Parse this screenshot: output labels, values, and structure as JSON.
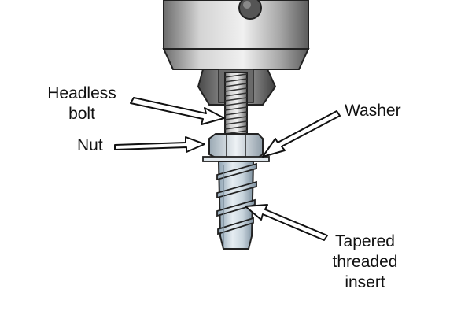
{
  "diagram": {
    "labels": {
      "headless_bolt": [
        "Headless",
        "bolt"
      ],
      "nut": "Nut",
      "washer": "Washer",
      "tapered_threaded_insert": [
        "Tapered",
        "threaded",
        "insert"
      ]
    }
  }
}
